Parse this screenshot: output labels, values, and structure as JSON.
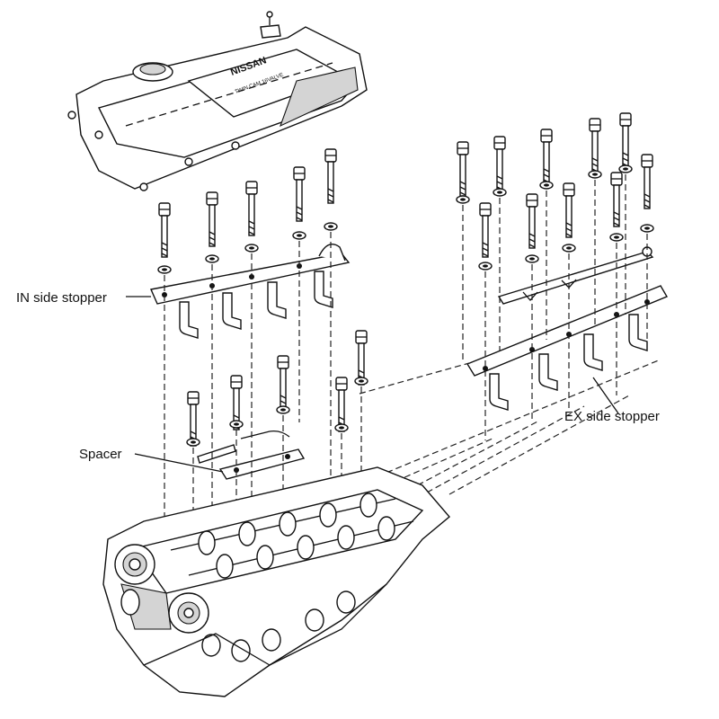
{
  "labels": {
    "in_side_stopper": "IN side stopper",
    "ex_side_stopper": "EX side stopper",
    "spacer": "Spacer"
  },
  "cover_logo": "NISSAN",
  "cover_lettering": "TWIN CAM 16VALVE",
  "colors": {
    "line": "#111111",
    "background": "#ffffff",
    "shading": "#d4d4d4"
  }
}
